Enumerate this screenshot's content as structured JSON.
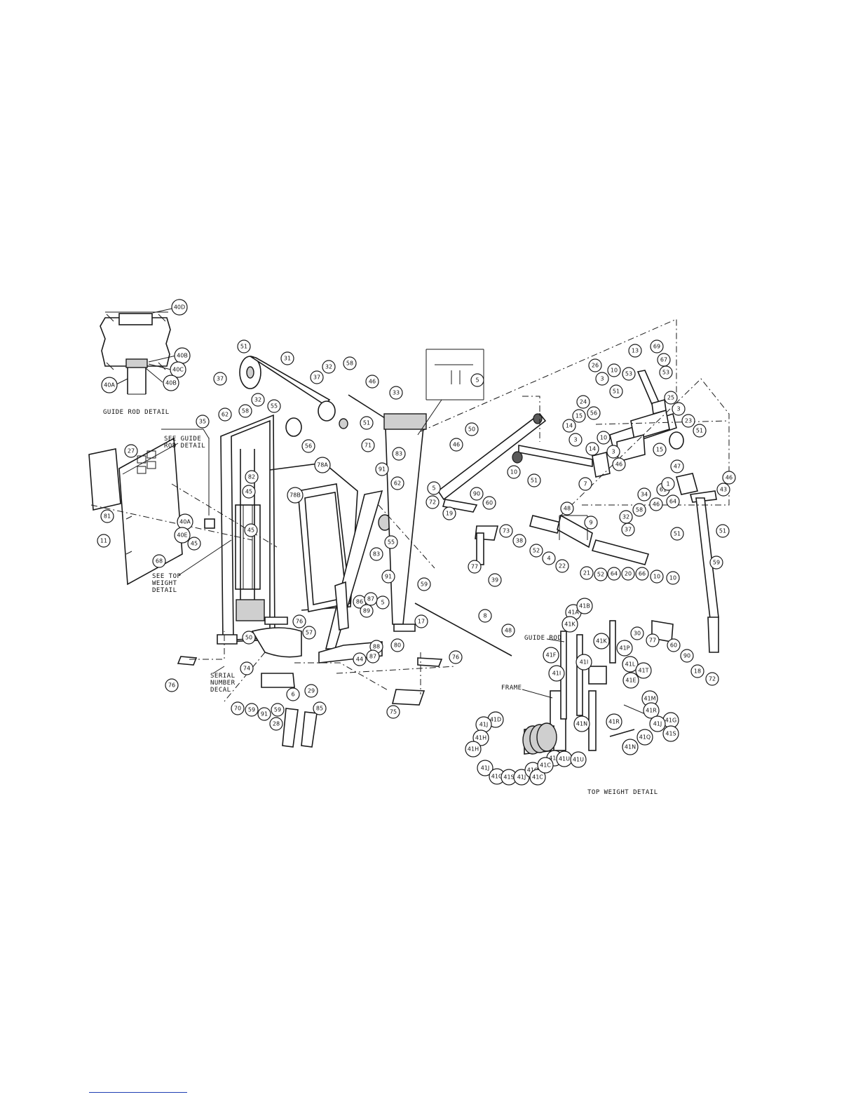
{
  "captions": {
    "guide_rod_detail": "GUIDE ROD DETAIL",
    "top_weight_detail": "TOP WEIGHT DETAIL",
    "see_guide_rod_detail_1": "SEE GUIDE",
    "see_guide_rod_detail_2": "ROD DETAIL",
    "see_top_weight_1": "SEE TOP",
    "see_top_weight_2": "WEIGHT",
    "see_top_weight_3": "DETAIL",
    "serial_1": "SERIAL",
    "serial_2": "NUMBER",
    "serial_3": "DECAL",
    "guide_rod_label": "GUIDE ROD",
    "frame_label": "FRAME"
  },
  "callouts": [
    {
      "id": "c-40d",
      "label": "40D"
    },
    {
      "id": "c-40b",
      "label": "40B"
    },
    {
      "id": "c-40c",
      "label": "40C"
    },
    {
      "id": "c-40b2",
      "label": "40B"
    },
    {
      "id": "c-40a",
      "label": "40A"
    },
    {
      "id": "c-51a",
      "label": "51"
    },
    {
      "id": "c-31",
      "label": "31"
    },
    {
      "id": "c-32a",
      "label": "32"
    },
    {
      "id": "c-58a",
      "label": "58"
    },
    {
      "id": "c-37a",
      "label": "37"
    },
    {
      "id": "c-37b",
      "label": "37"
    },
    {
      "id": "c-32b",
      "label": "32"
    },
    {
      "id": "c-58b",
      "label": "58"
    },
    {
      "id": "c-46a",
      "label": "46"
    },
    {
      "id": "c-33",
      "label": "33"
    },
    {
      "id": "c-51b",
      "label": "51"
    },
    {
      "id": "c-55a",
      "label": "55"
    },
    {
      "id": "c-35",
      "label": "35"
    },
    {
      "id": "c-62a",
      "label": "62"
    },
    {
      "id": "c-56",
      "label": "56"
    },
    {
      "id": "c-27",
      "label": "27"
    },
    {
      "id": "c-82",
      "label": "82"
    },
    {
      "id": "c-45a",
      "label": "45"
    },
    {
      "id": "c-45b",
      "label": "45"
    },
    {
      "id": "c-81",
      "label": "81"
    },
    {
      "id": "c-40a2",
      "label": "40A"
    },
    {
      "id": "c-40e",
      "label": "40E"
    },
    {
      "id": "c-45c",
      "label": "45"
    },
    {
      "id": "c-11",
      "label": "11"
    },
    {
      "id": "c-68",
      "label": "68"
    },
    {
      "id": "c-71",
      "label": "71"
    },
    {
      "id": "c-83a",
      "label": "83"
    },
    {
      "id": "c-91a",
      "label": "91"
    },
    {
      "id": "c-62b",
      "label": "62"
    },
    {
      "id": "c-78a",
      "label": "78A"
    },
    {
      "id": "c-78b",
      "label": "78B"
    },
    {
      "id": "c-5a",
      "label": "5"
    },
    {
      "id": "c-55b",
      "label": "55"
    },
    {
      "id": "c-83b",
      "label": "83"
    },
    {
      "id": "c-91b",
      "label": "91"
    },
    {
      "id": "c-5b",
      "label": "5"
    },
    {
      "id": "c-86",
      "label": "86"
    },
    {
      "id": "c-87a",
      "label": "87"
    },
    {
      "id": "c-89",
      "label": "89"
    },
    {
      "id": "c-17",
      "label": "17"
    },
    {
      "id": "c-88",
      "label": "88"
    },
    {
      "id": "c-80",
      "label": "80"
    },
    {
      "id": "c-44",
      "label": "44"
    },
    {
      "id": "c-87b",
      "label": "87"
    },
    {
      "id": "c-50",
      "label": "50"
    },
    {
      "id": "c-76a",
      "label": "76"
    },
    {
      "id": "c-57",
      "label": "57"
    },
    {
      "id": "c-74",
      "label": "74"
    },
    {
      "id": "c-76b",
      "label": "76"
    },
    {
      "id": "c-76c",
      "label": "76"
    },
    {
      "id": "c-6",
      "label": "6"
    },
    {
      "id": "c-29",
      "label": "29"
    },
    {
      "id": "c-70",
      "label": "70"
    },
    {
      "id": "c-59a",
      "label": "59"
    },
    {
      "id": "c-91c",
      "label": "91"
    },
    {
      "id": "c-59b",
      "label": "59"
    },
    {
      "id": "c-85",
      "label": "85"
    },
    {
      "id": "c-28",
      "label": "28"
    },
    {
      "id": "c-75",
      "label": "75"
    },
    {
      "id": "c-46b",
      "label": "46"
    },
    {
      "id": "c-5c",
      "label": "5"
    },
    {
      "id": "c-50b",
      "label": "50"
    },
    {
      "id": "c-10a",
      "label": "10"
    },
    {
      "id": "c-51c",
      "label": "51"
    },
    {
      "id": "c-72a",
      "label": "72"
    },
    {
      "id": "c-19",
      "label": "19"
    },
    {
      "id": "c-90a",
      "label": "90"
    },
    {
      "id": "c-60a",
      "label": "60"
    },
    {
      "id": "c-73",
      "label": "73"
    },
    {
      "id": "c-38",
      "label": "38"
    },
    {
      "id": "c-77a",
      "label": "77"
    },
    {
      "id": "c-39",
      "label": "39"
    },
    {
      "id": "c-59c",
      "label": "59"
    },
    {
      "id": "c-8",
      "label": "8"
    },
    {
      "id": "c-48a",
      "label": "48"
    },
    {
      "id": "c-13",
      "label": "13"
    },
    {
      "id": "c-69",
      "label": "69"
    },
    {
      "id": "c-67",
      "label": "67"
    },
    {
      "id": "c-53a",
      "label": "53"
    },
    {
      "id": "c-53b",
      "label": "53"
    },
    {
      "id": "c-26",
      "label": "26"
    },
    {
      "id": "c-10b",
      "label": "10"
    },
    {
      "id": "c-3a",
      "label": "3"
    },
    {
      "id": "c-51d",
      "label": "51"
    },
    {
      "id": "c-25",
      "label": "25"
    },
    {
      "id": "c-24",
      "label": "24"
    },
    {
      "id": "c-15a",
      "label": "15"
    },
    {
      "id": "c-56b",
      "label": "56"
    },
    {
      "id": "c-3b",
      "label": "3"
    },
    {
      "id": "c-23",
      "label": "23"
    },
    {
      "id": "c-14a",
      "label": "14"
    },
    {
      "id": "c-10c",
      "label": "10"
    },
    {
      "id": "c-3c",
      "label": "3"
    },
    {
      "id": "c-51e",
      "label": "51"
    },
    {
      "id": "c-14b",
      "label": "14"
    },
    {
      "id": "c-3d",
      "label": "3"
    },
    {
      "id": "c-46c",
      "label": "46"
    },
    {
      "id": "c-15b",
      "label": "15"
    },
    {
      "id": "c-47",
      "label": "47"
    },
    {
      "id": "c-7",
      "label": "7"
    },
    {
      "id": "c-61",
      "label": "61"
    },
    {
      "id": "c-43",
      "label": "43"
    },
    {
      "id": "c-46d",
      "label": "46"
    },
    {
      "id": "c-34",
      "label": "34"
    },
    {
      "id": "c-1",
      "label": "1"
    },
    {
      "id": "c-46e",
      "label": "46"
    },
    {
      "id": "c-64a",
      "label": "64"
    },
    {
      "id": "c-48b",
      "label": "48"
    },
    {
      "id": "c-9",
      "label": "9"
    },
    {
      "id": "c-52a",
      "label": "52"
    },
    {
      "id": "c-4",
      "label": "4"
    },
    {
      "id": "c-22",
      "label": "22"
    },
    {
      "id": "c-21",
      "label": "21"
    },
    {
      "id": "c-52b",
      "label": "52"
    },
    {
      "id": "c-58c",
      "label": "58"
    },
    {
      "id": "c-32c",
      "label": "32"
    },
    {
      "id": "c-37c",
      "label": "37"
    },
    {
      "id": "c-64b",
      "label": "64"
    },
    {
      "id": "c-20",
      "label": "20"
    },
    {
      "id": "c-66",
      "label": "66"
    },
    {
      "id": "c-10d",
      "label": "10"
    },
    {
      "id": "c-10e",
      "label": "10"
    },
    {
      "id": "c-51f",
      "label": "51"
    },
    {
      "id": "c-51g",
      "label": "51"
    },
    {
      "id": "c-59d",
      "label": "59"
    },
    {
      "id": "c-30",
      "label": "30"
    },
    {
      "id": "c-77b",
      "label": "77"
    },
    {
      "id": "c-60b",
      "label": "60"
    },
    {
      "id": "c-90b",
      "label": "90"
    },
    {
      "id": "c-18",
      "label": "18"
    },
    {
      "id": "c-72b",
      "label": "72"
    },
    {
      "id": "c-41a",
      "label": "41A"
    },
    {
      "id": "c-41b",
      "label": "41B"
    },
    {
      "id": "c-41k1",
      "label": "41K"
    },
    {
      "id": "c-41k2",
      "label": "41K"
    },
    {
      "id": "c-41p",
      "label": "41P"
    },
    {
      "id": "c-41f",
      "label": "41F"
    },
    {
      "id": "c-41i1",
      "label": "41I"
    },
    {
      "id": "c-41i2",
      "label": "41I"
    },
    {
      "id": "c-41l",
      "label": "41L"
    },
    {
      "id": "c-41t",
      "label": "41T"
    },
    {
      "id": "c-41e",
      "label": "41E"
    },
    {
      "id": "c-41m",
      "label": "41M"
    },
    {
      "id": "c-41r1",
      "label": "41R"
    },
    {
      "id": "c-41r2",
      "label": "41R"
    },
    {
      "id": "c-41g1",
      "label": "41G"
    },
    {
      "id": "c-41j1",
      "label": "41J"
    },
    {
      "id": "c-41s1",
      "label": "41S"
    },
    {
      "id": "c-41q1",
      "label": "41Q"
    },
    {
      "id": "c-41n1",
      "label": "41N"
    },
    {
      "id": "c-41n2",
      "label": "41N"
    },
    {
      "id": "c-41d",
      "label": "41D"
    },
    {
      "id": "c-41j2",
      "label": "41J"
    },
    {
      "id": "c-41h1",
      "label": "41H"
    },
    {
      "id": "c-41h2",
      "label": "41H"
    },
    {
      "id": "c-41c1",
      "label": "41C"
    },
    {
      "id": "c-41u1",
      "label": "41U"
    },
    {
      "id": "c-41u2",
      "label": "41U"
    },
    {
      "id": "c-41j3",
      "label": "41J"
    },
    {
      "id": "c-41g2",
      "label": "41G"
    },
    {
      "id": "c-41s2",
      "label": "41S"
    },
    {
      "id": "c-41j4",
      "label": "41J"
    },
    {
      "id": "c-41q2",
      "label": "41Q"
    },
    {
      "id": "c-41c2",
      "label": "41C"
    },
    {
      "id": "c-41c3",
      "label": "41C"
    }
  ]
}
